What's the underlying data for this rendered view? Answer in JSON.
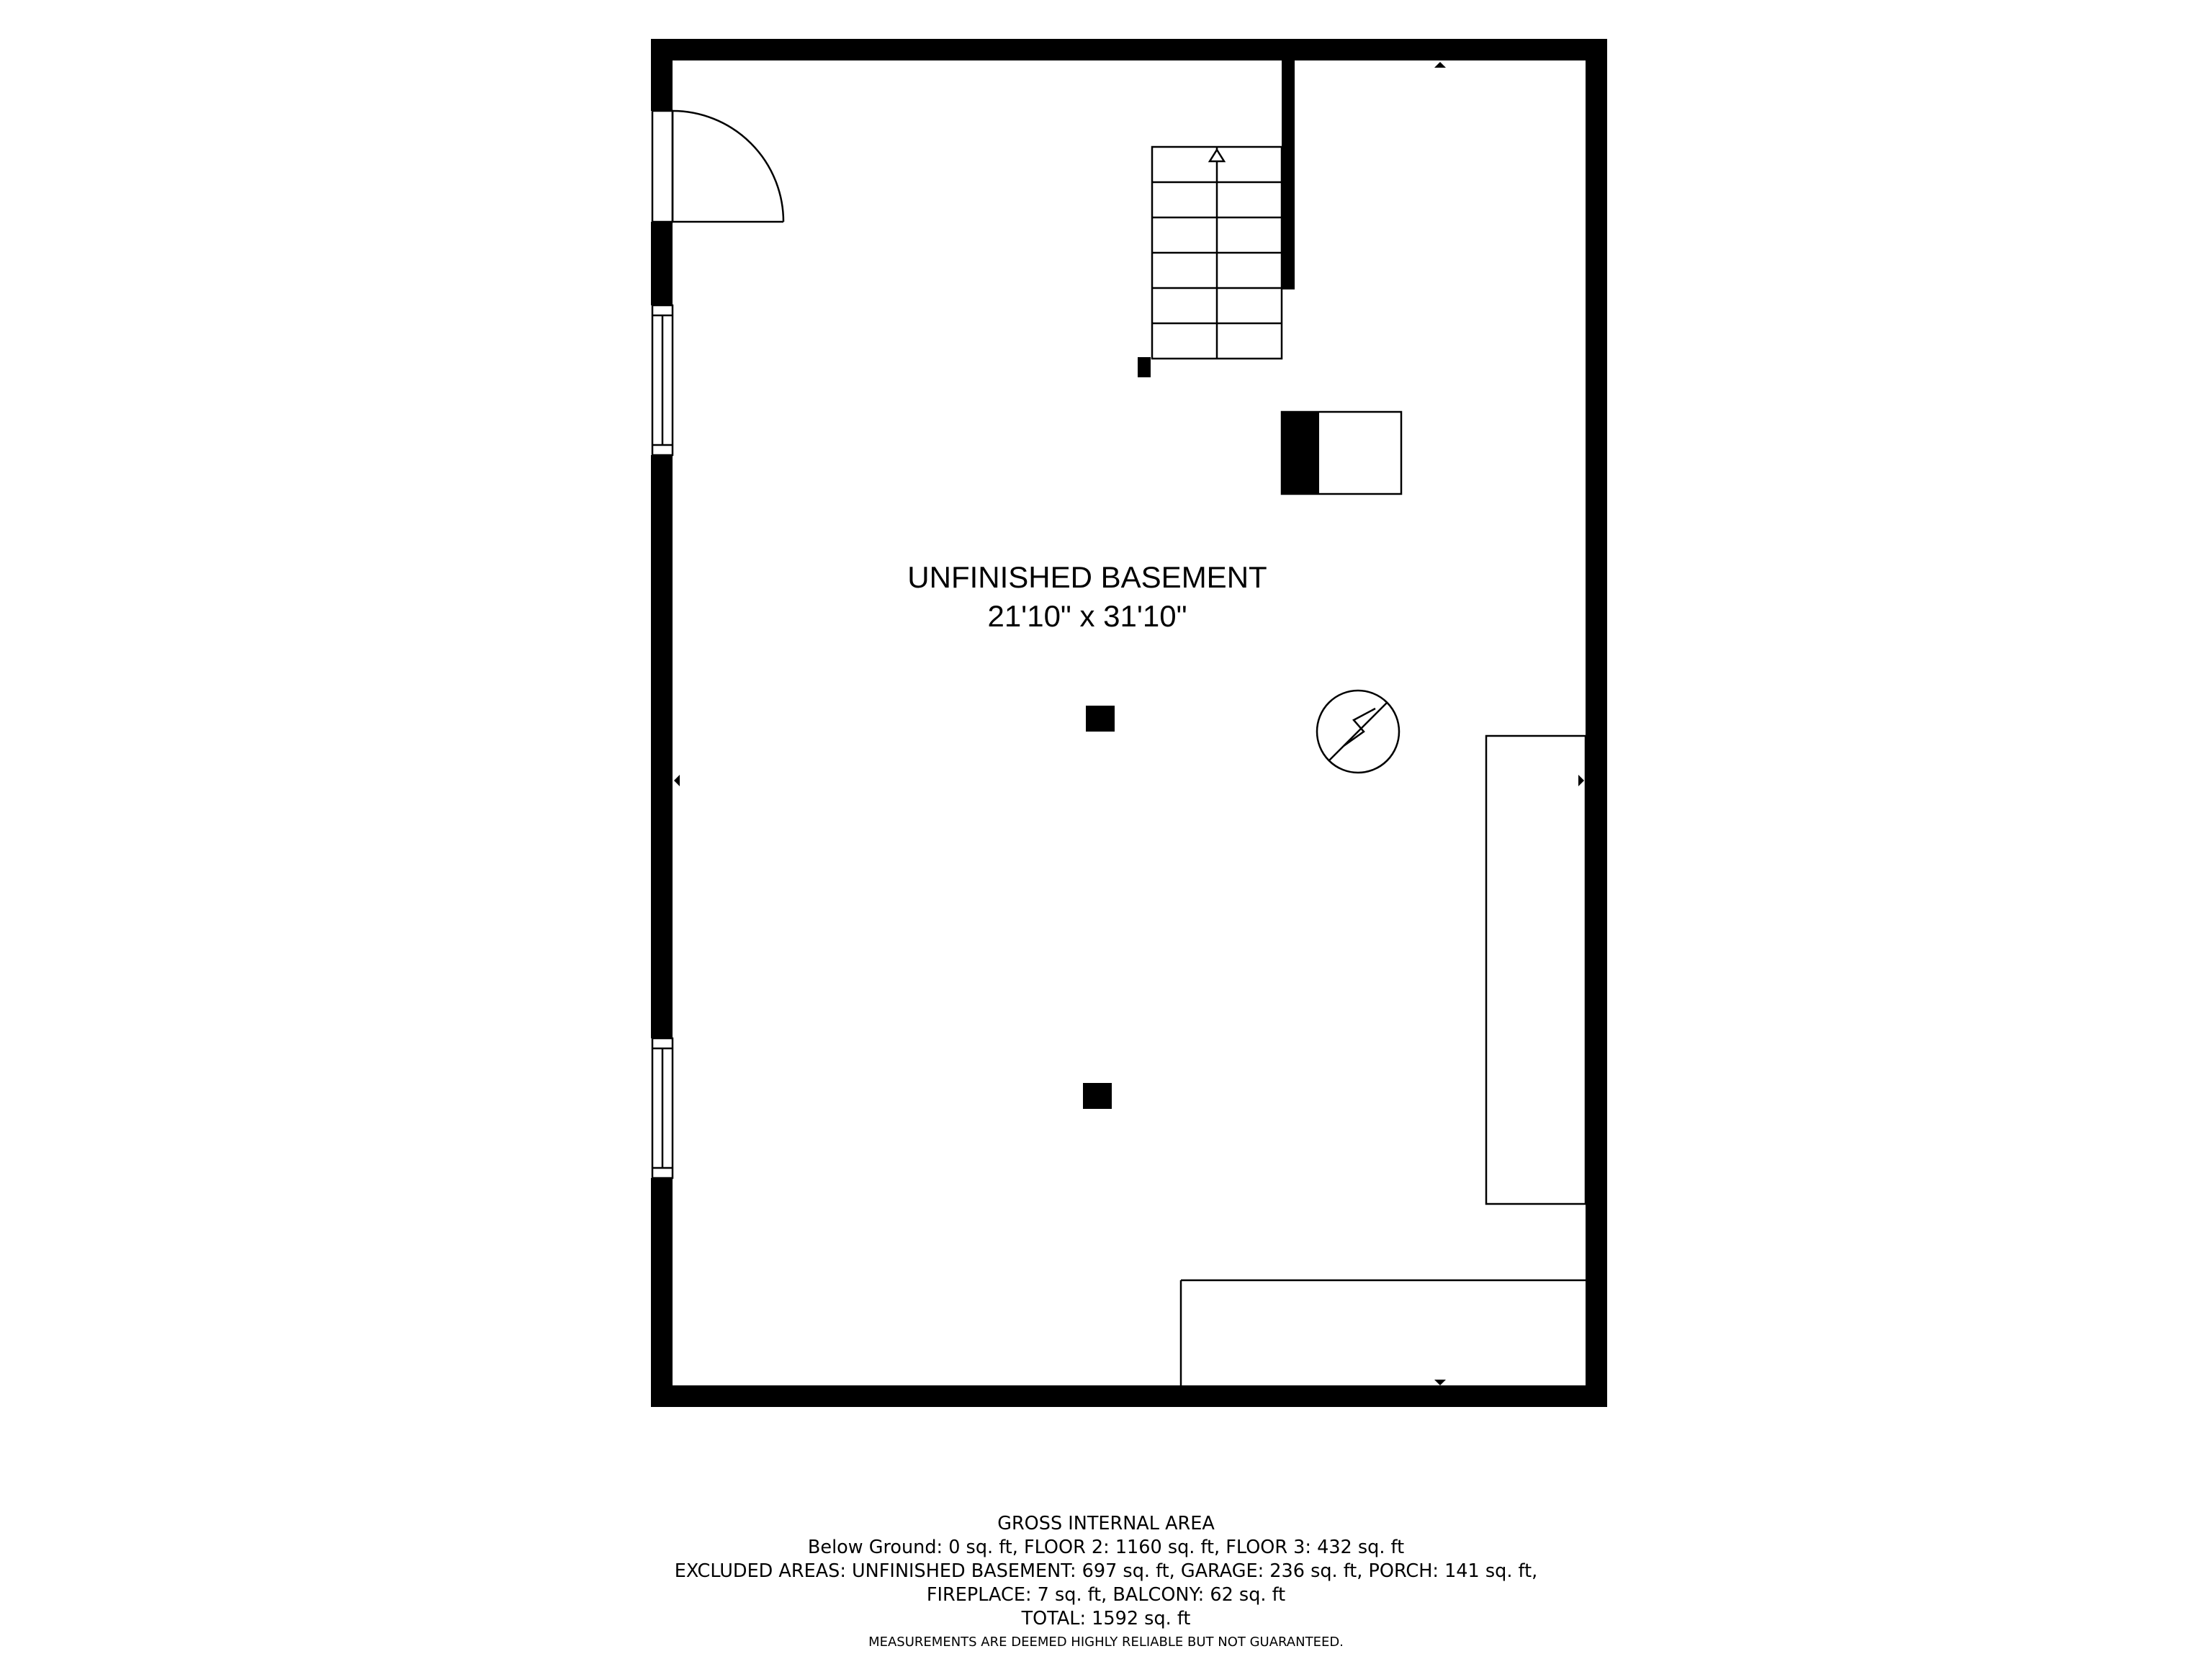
{
  "room": {
    "name": "UNFINISHED BASEMENT",
    "dimensions": "21'10\" x 31'10\""
  },
  "area_summary": {
    "title": "GROSS INTERNAL AREA",
    "line1": "Below Ground: 0 sq. ft, FLOOR 2: 1160 sq. ft, FLOOR 3: 432 sq. ft",
    "line2": "EXCLUDED AREAS: UNFINISHED BASEMENT: 697 sq. ft, GARAGE: 236 sq. ft, PORCH: 141 sq. ft,",
    "line3": "FIREPLACE: 7 sq. ft, BALCONY: 62 sq. ft",
    "total": "TOTAL: 1592 sq. ft",
    "disclaimer": "MEASUREMENTS ARE DEEMED HIGHLY RELIABLE BUT NOT GUARANTEED."
  },
  "colors": {
    "wall": "#000000",
    "background": "#ffffff"
  },
  "icons": [
    "door-swing-icon",
    "stairs-icon",
    "electrical-panel-icon",
    "column-icon",
    "window-icon",
    "direction-arrow-icon"
  ]
}
